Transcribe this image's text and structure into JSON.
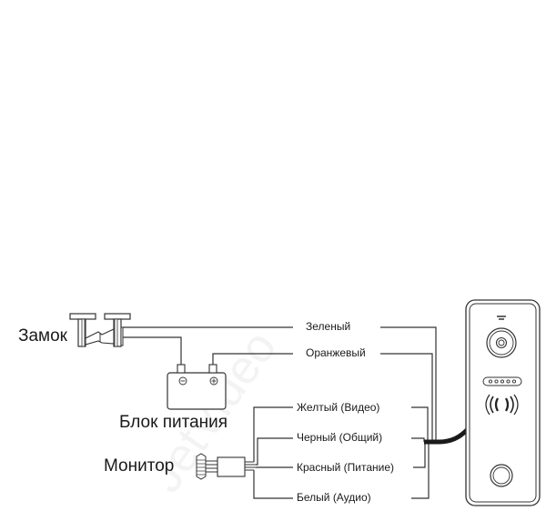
{
  "diagram": {
    "title": "Wiring diagram",
    "watermark": "JetVideo",
    "components": {
      "lock": "Замок",
      "power_supply": "Блок питания",
      "monitor": "Монитор"
    },
    "wires": [
      {
        "label": "Зеленый",
        "connects": "lock"
      },
      {
        "label": "Оранжевый",
        "connects": "power_supply_plus"
      },
      {
        "label": "Желтый (Видео)",
        "connects": "monitor"
      },
      {
        "label": "Черный (Общий)",
        "connects": "monitor"
      },
      {
        "label": "Красный (Питание)",
        "connects": "monitor"
      },
      {
        "label": "Белый (Аудио)",
        "connects": "monitor"
      }
    ],
    "battery_terminals": {
      "negative": "⊖",
      "positive": "⊕"
    }
  }
}
